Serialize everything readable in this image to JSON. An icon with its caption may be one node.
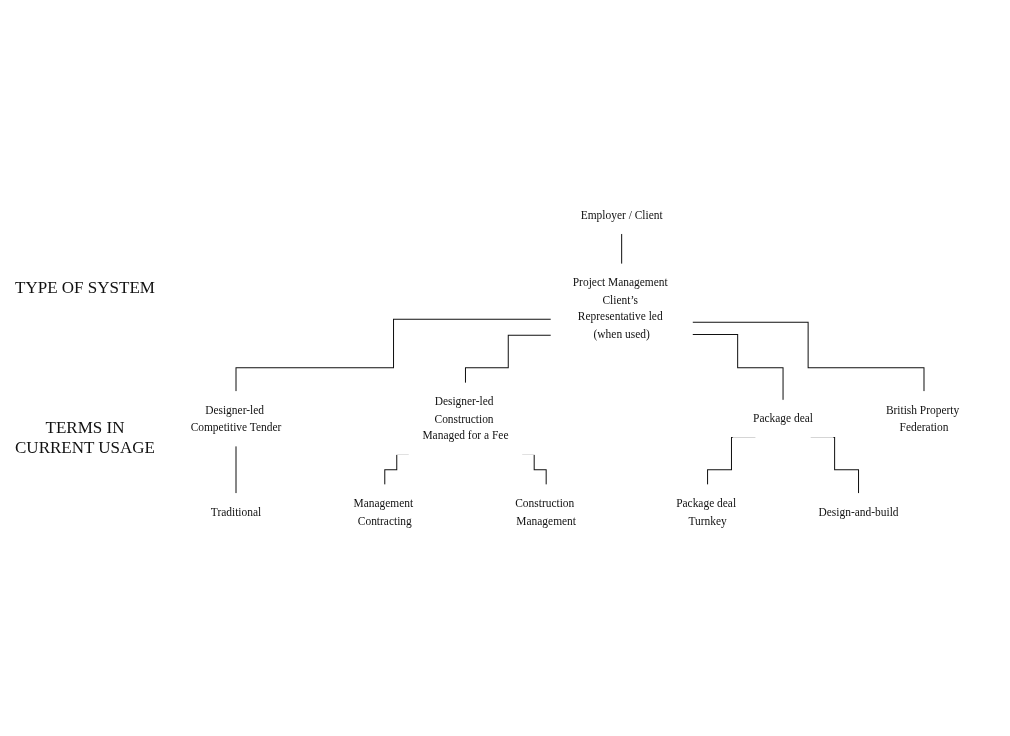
{
  "diagram": {
    "nodes": [
      {
        "text": [
          "Employer / Client"
        ]
      },
      {
        "text": [
          "Project Management Client’s Representative led (when used)"
        ]
      },
      {
        "text": [
          "Designer-led Competitive Tender"
        ]
      },
      {
        "text": [
          "Designer-led Construction Managed for a Fee"
        ]
      },
      {
        "text": [
          "Package deal"
        ]
      },
      {
        "text": [
          "British Property Federation"
        ]
      },
      {
        "text": [
          "Traditional"
        ]
      },
      {
        "text": [
          "Package deal Turnkey"
        ]
      },
      {
        "text": [
          "Design-and-build"
        ]
      },
      {
        "text": [
          "Management Contracting"
        ]
      },
      {
        "text": [
          "Construction Management"
        ]
      }
    ],
    "edges": [
      {
        "from": 0,
        "to": 1,
        "arrow": "none"
      },
      {
        "from": 1,
        "to": 2,
        "arrow": "none"
      },
      {
        "from": 1,
        "to": 3,
        "arrow": "none"
      },
      {
        "from": 1,
        "to": 4,
        "arrow": "none"
      },
      {
        "from": 1,
        "to": 5,
        "arrow": "none"
      },
      {
        "from": 2,
        "to": 6,
        "arrow": "none"
      },
      {
        "from": 4,
        "to": 7,
        "arrow": "none"
      },
      {
        "from": 4,
        "to": 8,
        "arrow": "none"
      },
      {
        "from": 3,
        "to": 9,
        "arrow": "none"
      },
      {
        "from": 3,
        "to": 10,
        "arrow": "none"
      }
    ],
    "labels": [
      "TYPE OF SYSTEM",
      "TERMS IN CURRENT USAGE"
    ]
  }
}
